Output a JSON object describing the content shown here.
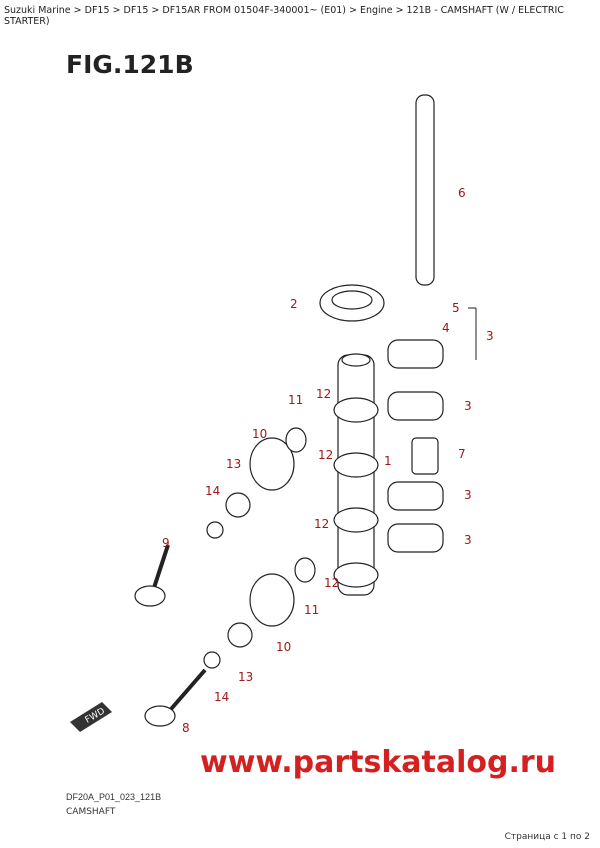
{
  "breadcrumb": "Suzuki Marine > DF15 > DF15 > DF15AR FROM 01504F-340001~ (E01) > Engine > 121B - CAMSHAFT (W / ELECTRIC STARTER)",
  "figure_title": "FIG.121B",
  "drawing_code": "DF20A_P01_023_121B",
  "drawing_name": "CAMSHAFT",
  "pagination": "Страница с 1 по 2",
  "watermark": "www.partskatalog.ru",
  "fwd_label": "FWD",
  "callouts": [
    "6",
    "2",
    "5",
    "4",
    "3",
    "3",
    "11",
    "12",
    "12",
    "10",
    "1",
    "7",
    "13",
    "14",
    "3",
    "9",
    "12",
    "3",
    "12",
    "11",
    "10",
    "13",
    "14",
    "8"
  ],
  "colors": {
    "callout": "#a01818",
    "watermark": "#d42020"
  }
}
